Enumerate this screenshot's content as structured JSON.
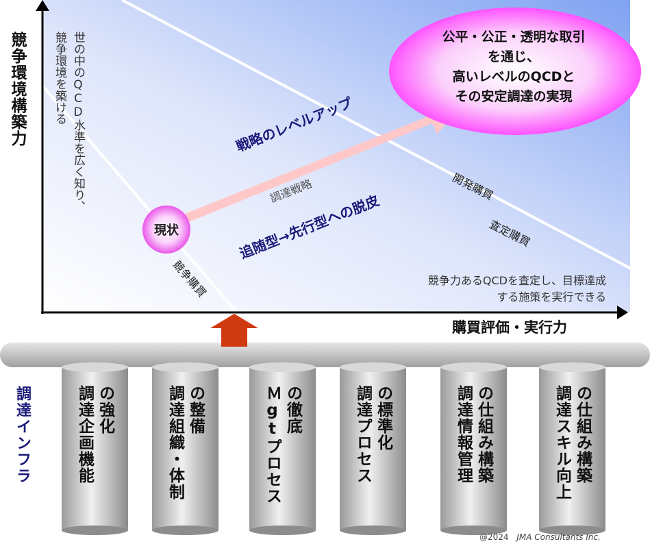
{
  "y_axis_label": "競争環境構築力",
  "x_axis_label": "購買評価・実行力",
  "left_note_line1": "世の中のQCD水準を広く知り、",
  "left_note_line2": "競争環境を築ける",
  "goal_lines": [
    "公平・公正・透明な取引",
    "を通じ、",
    "高いレベルのQCDと",
    "その安定調達の実現"
  ],
  "current_label": "現状",
  "arrow_label": "調達戦略",
  "strategy_label": "戦略のレベルアップ",
  "shift_label": "追随型→先行型への脱皮",
  "line_labels": {
    "development": "開発購買",
    "assessment": "査定購買",
    "competitive": "競争購買"
  },
  "bottom_note_line1": "競争力あるQCDを査定し、目標達成",
  "bottom_note_line2": "する施策を実行できる",
  "infra_label": "調達インフラ",
  "pillars": [
    {
      "line1": "調達企画機能",
      "line2": "の強化"
    },
    {
      "line1": "調達組織・体制",
      "line2": "の整備"
    },
    {
      "line1": "Ｍgtプロセス",
      "line2": "の徹底"
    },
    {
      "line1": "調達プロセス",
      "line2": "の標準化"
    },
    {
      "line1": "調達情報管理",
      "line2": "の仕組み構築"
    },
    {
      "line1": "調達スキル向上",
      "line2": "の仕組み構築"
    }
  ],
  "copyright": "@2024",
  "company": "JMA Consultants Inc.",
  "colors": {
    "goal_magenta": "#ff33ff",
    "navy_text": "#1a1a7a",
    "up_arrow": "#d03a10",
    "strategy_arrow": "#ffc8c8"
  }
}
